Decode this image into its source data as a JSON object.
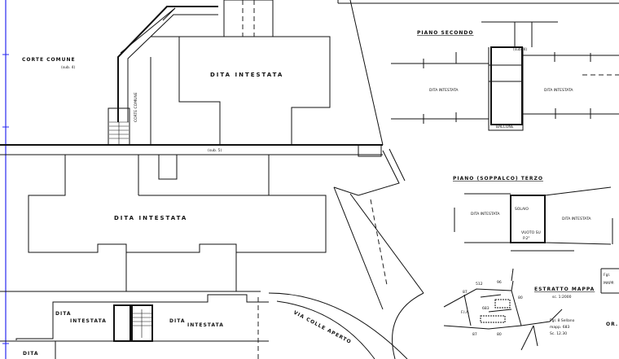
{
  "colors": {
    "ink": "#111111",
    "paper": "#ffffff",
    "margin_line": "#2a2af0"
  },
  "site_plan": {
    "corte_comune": "CORTE COMUNE",
    "sub4": "(sub. 4)",
    "sub5": "(sub. 5)",
    "corte_comune_vertical": "CORTE COMUNE",
    "top_building": "DITA INTESTATA",
    "lower_building": "DITA INTESTATA",
    "bottom_left_a": "DITA",
    "bottom_left_b": "INTESTATA",
    "bottom_right_a": "DITA",
    "bottom_right_b": "INTESTATA",
    "bottom_corner": "DITA",
    "street": "VIA COLLE APERTO"
  },
  "piano_secondo": {
    "title": "PIANO SECONDO",
    "left": "DITA INTESTATA",
    "right": "DITA INTESTATA",
    "balcone": "BALCONE",
    "sub4": "(sub. 4)"
  },
  "piano_terzo": {
    "title": "PIANO (SOPPALCO) TERZO",
    "left": "DITA INTESTATA",
    "right": "DITA INTESTATA",
    "room": "SOLAIO",
    "room2": "VUOTO SU",
    "room2b": "P.2°"
  },
  "estratto": {
    "title": "ESTRATTO MAPPA",
    "scale": "sc. 1:2000",
    "foglio": "Fgl. 8 Sellano",
    "mappale": "mapp. 683",
    "area": "Sc. 12.30",
    "parcels": [
      "512",
      "96",
      "87",
      "F.I.A.",
      "683",
      "80",
      "87",
      "80"
    ]
  },
  "right_edge": {
    "fgl": "Fgl.",
    "mapp": "MAPP.",
    "ora": "OR."
  }
}
